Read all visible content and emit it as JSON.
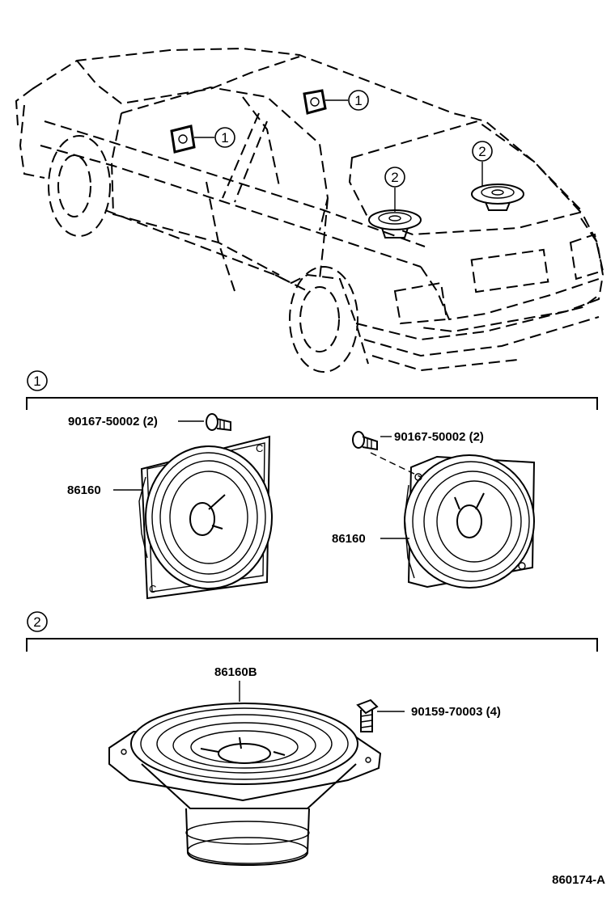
{
  "callouts": {
    "front_door": "1",
    "rear_door": "1",
    "left_shelf": "2",
    "right_shelf": "2"
  },
  "section1": {
    "marker": "1",
    "screw_left": "90167-50002 (2)",
    "speaker_left": "86160",
    "screw_right": "90167-50002 (2)",
    "speaker_right": "86160"
  },
  "section2": {
    "marker": "2",
    "speaker": "86160B",
    "screw": "90159-70003 (4)"
  },
  "footer": {
    "code": "860174-A"
  }
}
